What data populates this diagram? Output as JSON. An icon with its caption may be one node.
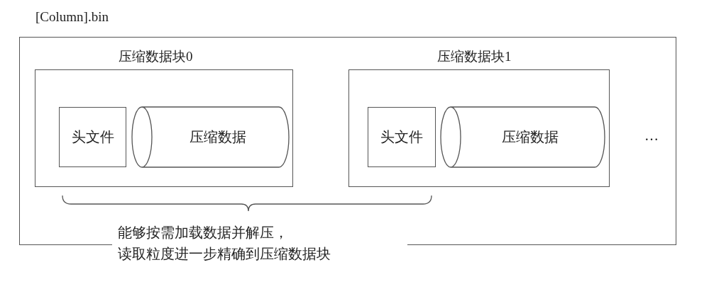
{
  "diagram": {
    "nodes": [
      {
        "text": [
          "[Column].bin"
        ]
      },
      {
        "text": [
          "压缩数据块0"
        ],
        "in": 0
      },
      {
        "text": [
          "头文件"
        ],
        "in": 1
      },
      {
        "text": [
          "压缩数据"
        ],
        "in": 1
      },
      {
        "text": [
          "压缩数据块1"
        ],
        "in": 0
      },
      {
        "text": [
          "头文件"
        ],
        "in": 4
      },
      {
        "text": [
          "压缩数据"
        ],
        "in": 4
      }
    ],
    "labels": [
      "…",
      "能够按需加载数据并解压，读取粒度进一步精确到压缩数据块"
    ]
  }
}
